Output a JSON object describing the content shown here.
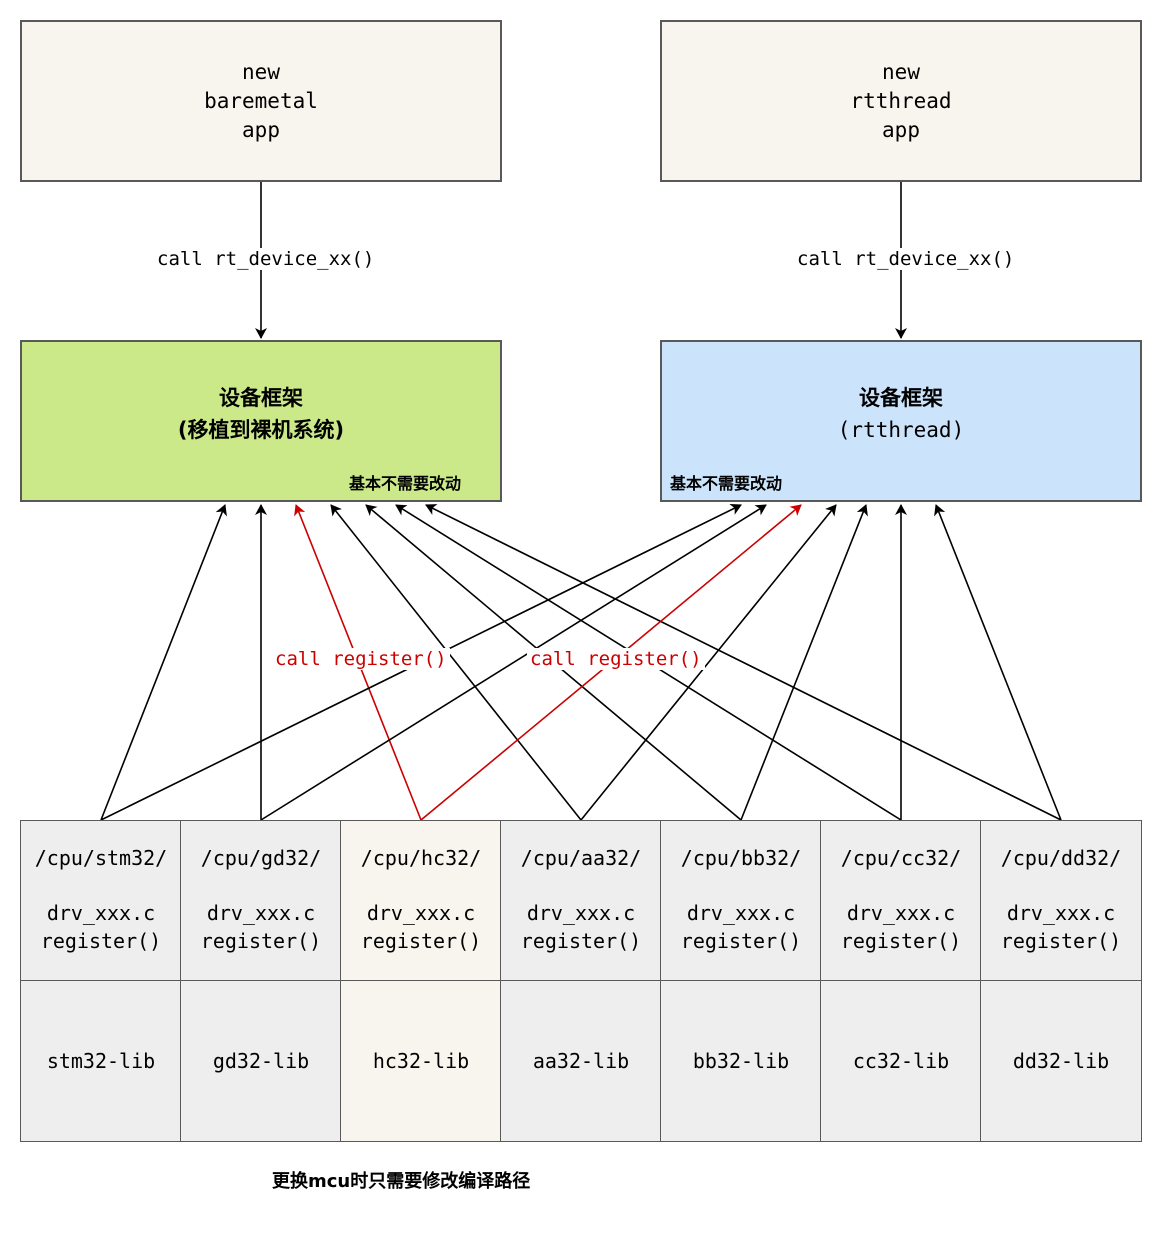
{
  "apps": [
    {
      "line1": "new",
      "line2": "baremetal",
      "line3": "app"
    },
    {
      "line1": "new",
      "line2": "rtthread",
      "line3": "app"
    }
  ],
  "call_labels": [
    "call rt_device_xx()",
    "call rt_device_xx()"
  ],
  "frameworks": [
    {
      "title": "设备框架",
      "subtitle": "(移植到裸机系统)",
      "note": "基本不需要改动"
    },
    {
      "title": "设备框架",
      "subtitle": "(rtthread)",
      "note": "基本不需要改动"
    }
  ],
  "register_labels": [
    "call register()",
    "call register()"
  ],
  "cpus": [
    {
      "path": "/cpu/stm32/",
      "file": "drv_xxx.c",
      "reg": "register()",
      "lib": "stm32-lib"
    },
    {
      "path": "/cpu/gd32/",
      "file": "drv_xxx.c",
      "reg": "register()",
      "lib": "gd32-lib"
    },
    {
      "path": "/cpu/hc32/",
      "file": "drv_xxx.c",
      "reg": "register()",
      "lib": "hc32-lib"
    },
    {
      "path": "/cpu/aa32/",
      "file": "drv_xxx.c",
      "reg": "register()",
      "lib": "aa32-lib"
    },
    {
      "path": "/cpu/bb32/",
      "file": "drv_xxx.c",
      "reg": "register()",
      "lib": "bb32-lib"
    },
    {
      "path": "/cpu/cc32/",
      "file": "drv_xxx.c",
      "reg": "register()",
      "lib": "cc32-lib"
    },
    {
      "path": "/cpu/dd32/",
      "file": "drv_xxx.c",
      "reg": "register()",
      "lib": "dd32-lib"
    }
  ],
  "footer": "更换mcu时只需要修改编译路径",
  "colors": {
    "highlight_arrow": "#cc0000",
    "arrow": "#000000"
  }
}
